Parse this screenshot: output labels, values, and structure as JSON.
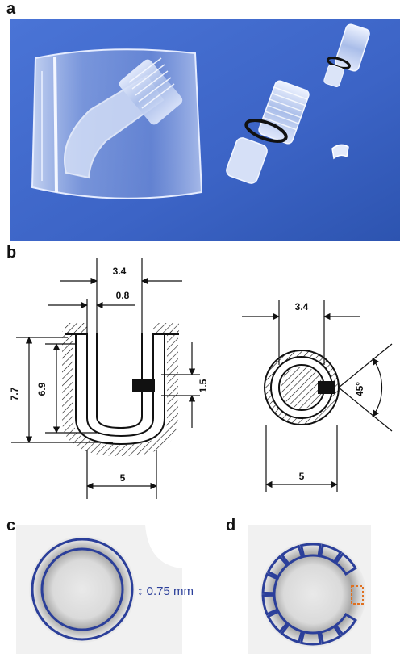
{
  "panels": {
    "a": {
      "letter": "a"
    },
    "b": {
      "letter": "b",
      "dimensions": {
        "top_width": "3.4",
        "slot_width": "0.8",
        "outer_height": "7.7",
        "inner_height": "6.9",
        "notch_height": "1.5",
        "bottom_width": "5",
        "ring_inner": "3.4",
        "ring_outer": "5",
        "angle": "45°"
      }
    },
    "c": {
      "letter": "c",
      "scale_label": "0.75 mm"
    },
    "d": {
      "letter": "d"
    }
  },
  "colors": {
    "photo_background": "#3b63c9",
    "ring_outline": "#2b3f9a",
    "highlight": "#e07020",
    "hatch": "#111111"
  }
}
